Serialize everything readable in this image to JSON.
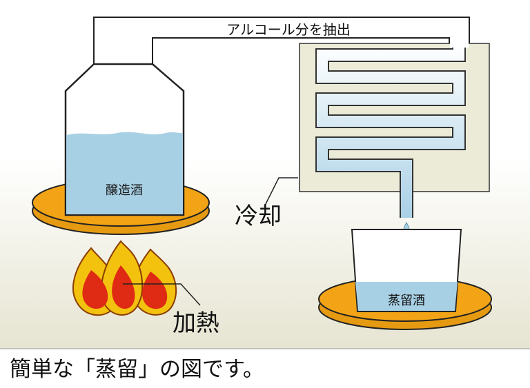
{
  "diagram": {
    "pipe_label": "アルコール分を抽出",
    "wash_label": "醸造酒",
    "cooling_label": "冷却",
    "heating_label": "加熱",
    "distilled_label": "蒸留酒"
  },
  "caption": "簡単な「蒸留」の図です。",
  "colors": {
    "liquid": "#a8d0e4",
    "plate": "#f2a416",
    "condenser": "#ecebd8",
    "flame_outer": "#f3c20f",
    "flame_inner": "#df2a14",
    "background_bottom": "#e6e4d1"
  }
}
